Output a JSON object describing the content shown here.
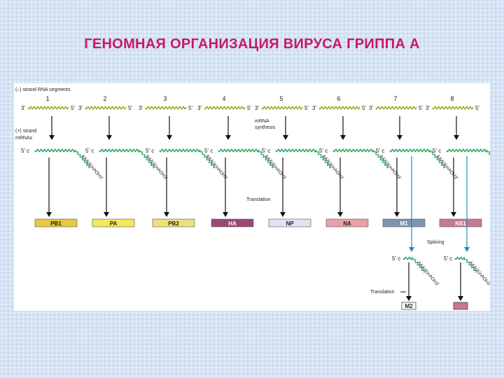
{
  "title": "ГЕНОМНАЯ ОРГАНИЗАЦИЯ ВИРУСА ГРИППА А",
  "labels": {
    "neg_strand": "(–) strand RNA segments",
    "pos_strand_line1": "(+) strand",
    "pos_strand_line2": "mRNAs",
    "mrna_synth_line1": "mRNA",
    "mrna_synth_line2": "synthesis",
    "translation": "Translation",
    "splicing": "Splicing",
    "translation2": "Translation"
  },
  "end_labels": {
    "three_prime": "3'",
    "five_prime": "5'",
    "five_prime_c": "5' c",
    "cap": "c"
  },
  "polya_tail": "AAA(A)nAOH3'",
  "segments": [
    {
      "number": "1",
      "protein": "PB1"
    },
    {
      "number": "2",
      "protein": "PA"
    },
    {
      "number": "3",
      "protein": "PB2"
    },
    {
      "number": "4",
      "protein": "HA"
    },
    {
      "number": "5",
      "protein": "NP"
    },
    {
      "number": "6",
      "protein": "NA"
    },
    {
      "number": "7",
      "protein": "M1"
    },
    {
      "number": "8",
      "protein": "NS1"
    }
  ],
  "spliced_products": [
    {
      "segment": "7",
      "protein": "M2"
    },
    {
      "segment": "8",
      "protein": ""
    }
  ],
  "colors": {
    "title": "#c8186a",
    "rna_wave": "#8aa81a",
    "mrna_wave": "#1fa35a",
    "splice_arrow": "#1a8fc0",
    "protein_fills": [
      "#e8c840",
      "#f5e85a",
      "#efe17a",
      "#9a4a72",
      "#dde3f2",
      "#e9a0a8",
      "#7f95ad",
      "#c77a8c"
    ]
  }
}
